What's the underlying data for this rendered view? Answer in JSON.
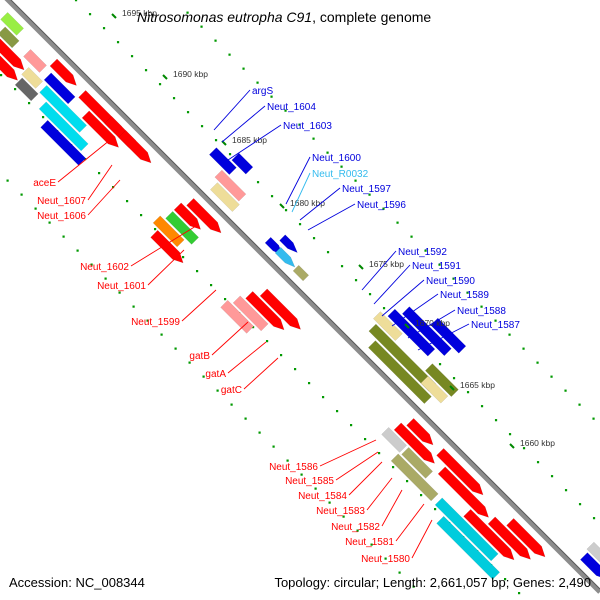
{
  "title": {
    "species": "Nitrosomonas eutropha C91",
    "suffix": ", complete genome"
  },
  "footer": {
    "accession": "Accession: NC_008344",
    "topology": "Topology: circular; Length: 2,661,057 bp; Genes: 2,490"
  },
  "colors": {
    "backbone": "#8c8c8c",
    "forward_genes": "#ff0000",
    "reverse_genes": "#0000dd",
    "rna_label": "#33bbee",
    "dots": "#009900",
    "tick": "#008800"
  },
  "ticks": [
    {
      "label": "1695 kbp"
    },
    {
      "label": "1690 kbp"
    },
    {
      "label": "1685 kbp"
    },
    {
      "label": "1680 kbp"
    },
    {
      "label": "1675 kbp"
    },
    {
      "label": "1670 kbp"
    },
    {
      "label": "1665 kbp"
    },
    {
      "label": "1660 kbp"
    }
  ],
  "labels_forward": [
    {
      "name": "aceE"
    },
    {
      "name": "Neut_1607"
    },
    {
      "name": "Neut_1606"
    },
    {
      "name": "Neut_1602"
    },
    {
      "name": "Neut_1601"
    },
    {
      "name": "Neut_1599"
    },
    {
      "name": "gatB"
    },
    {
      "name": "gatA"
    },
    {
      "name": "gatC"
    },
    {
      "name": "Neut_1586"
    },
    {
      "name": "Neut_1585"
    },
    {
      "name": "Neut_1584"
    },
    {
      "name": "Neut_1583"
    },
    {
      "name": "Neut_1582"
    },
    {
      "name": "Neut_1581"
    },
    {
      "name": "Neut_1580"
    }
  ],
  "labels_reverse": [
    {
      "name": "argS"
    },
    {
      "name": "Neut_1604"
    },
    {
      "name": "Neut_1603"
    },
    {
      "name": "Neut_1600"
    },
    {
      "name": "Neut_R0032",
      "rna": true
    },
    {
      "name": "Neut_1597"
    },
    {
      "name": "Neut_1596"
    },
    {
      "name": "Neut_1592"
    },
    {
      "name": "Neut_1591"
    },
    {
      "name": "Neut_1590"
    },
    {
      "name": "Neut_1589"
    },
    {
      "name": "Neut_1588"
    },
    {
      "name": "Neut_1587"
    }
  ]
}
